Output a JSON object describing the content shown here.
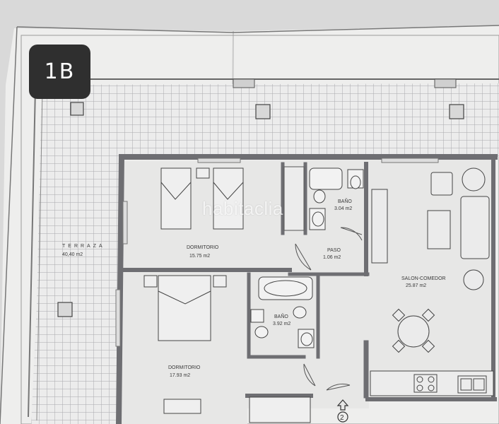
{
  "plan": {
    "unit_badge": "1B",
    "watermark": "habitaclia",
    "entrance_marker": "2",
    "rooms": [
      {
        "key": "terraza",
        "name": "TERRAZA",
        "area": "40,40 m2"
      },
      {
        "key": "dormitorio1",
        "name": "DORMITORIO",
        "area": "15.75 m2"
      },
      {
        "key": "bano1",
        "name": "BAÑO",
        "area": "3.04 m2"
      },
      {
        "key": "paso",
        "name": "PASO",
        "area": "1.06 m2"
      },
      {
        "key": "salon",
        "name": "SALON-COMEDOR",
        "area": "25.87 m2"
      },
      {
        "key": "bano2",
        "name": "BAÑO",
        "area": "3.92 m2"
      },
      {
        "key": "dormitorio2",
        "name": "DORMITORIO",
        "area": "17.93 m2"
      }
    ]
  },
  "colors": {
    "paper": "#eeeeed",
    "tile_grid": "#a9a9ad",
    "wall": "#6e6e72",
    "line": "#555558",
    "badge_bg": "#2f2f2f"
  }
}
